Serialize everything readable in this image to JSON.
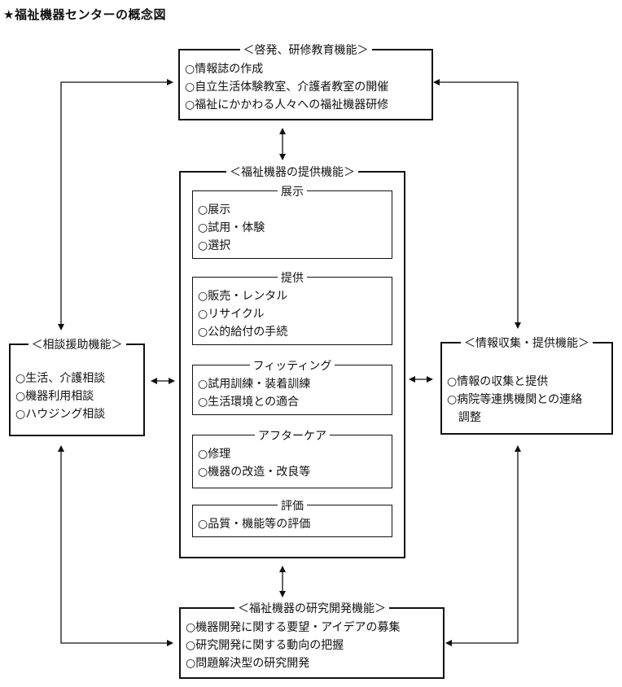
{
  "title": "★福祉機器センターの概念図",
  "boxes": {
    "top": {
      "title": "＜啓発、研修教育機能＞",
      "items": [
        "○情報誌の作成",
        "○自立生活体験教室、介護者教室の開催",
        "○福祉にかかわる人々への福祉機器研修"
      ]
    },
    "center": {
      "title": "＜福祉機器の提供機能＞",
      "sections": [
        {
          "title": "展示",
          "items": [
            "○展示",
            "○試用・体験",
            "○選択"
          ]
        },
        {
          "title": "提供",
          "items": [
            "○販売・レンタル",
            "○リサイクル",
            "○公的給付の手続"
          ]
        },
        {
          "title": "フィッティング",
          "items": [
            "○試用訓練・装着訓練",
            "○生活環境との適合"
          ]
        },
        {
          "title": "アフターケア",
          "items": [
            "○修理",
            "○機器の改造・改良等"
          ]
        },
        {
          "title": "評価",
          "items": [
            "○品質・機能等の評価"
          ]
        }
      ]
    },
    "left": {
      "title": "＜相談援助機能＞",
      "items": [
        "○生活、介護相談",
        "○機器利用相談",
        "○ハウジング相談"
      ]
    },
    "right": {
      "title": "＜情報収集・提供機能＞",
      "items": [
        "○情報の収集と提供",
        "○病院等連携機関との連絡",
        "調整"
      ]
    },
    "bottom": {
      "title": "＜福祉機器の研究開発機能＞",
      "items": [
        "○機器開発に関する要望・アイデアの募集",
        "○研究開発に関する動向の把握",
        "○問題解決型の研究開発"
      ]
    }
  }
}
